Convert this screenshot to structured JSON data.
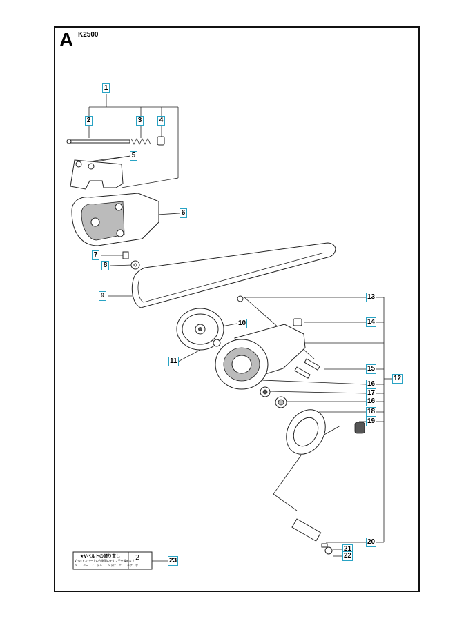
{
  "section_letter": "A",
  "model": "K2500",
  "callouts": [
    "1",
    "2",
    "3",
    "4",
    "5",
    "6",
    "7",
    "8",
    "9",
    "10",
    "11",
    "12",
    "13",
    "14",
    "15",
    "16",
    "17",
    "16",
    "18",
    "19",
    "20",
    "21",
    "22",
    "23"
  ],
  "decal": {
    "title": "★Vベルトの張り直し",
    "line1": "Vベルトカバー上の左側面のテナフ子を緩めます",
    "line2": "ベ　　バー　ノ　下ハ　　ヘ下げ　エ　　テナ　ボ",
    "glyph": "2"
  }
}
